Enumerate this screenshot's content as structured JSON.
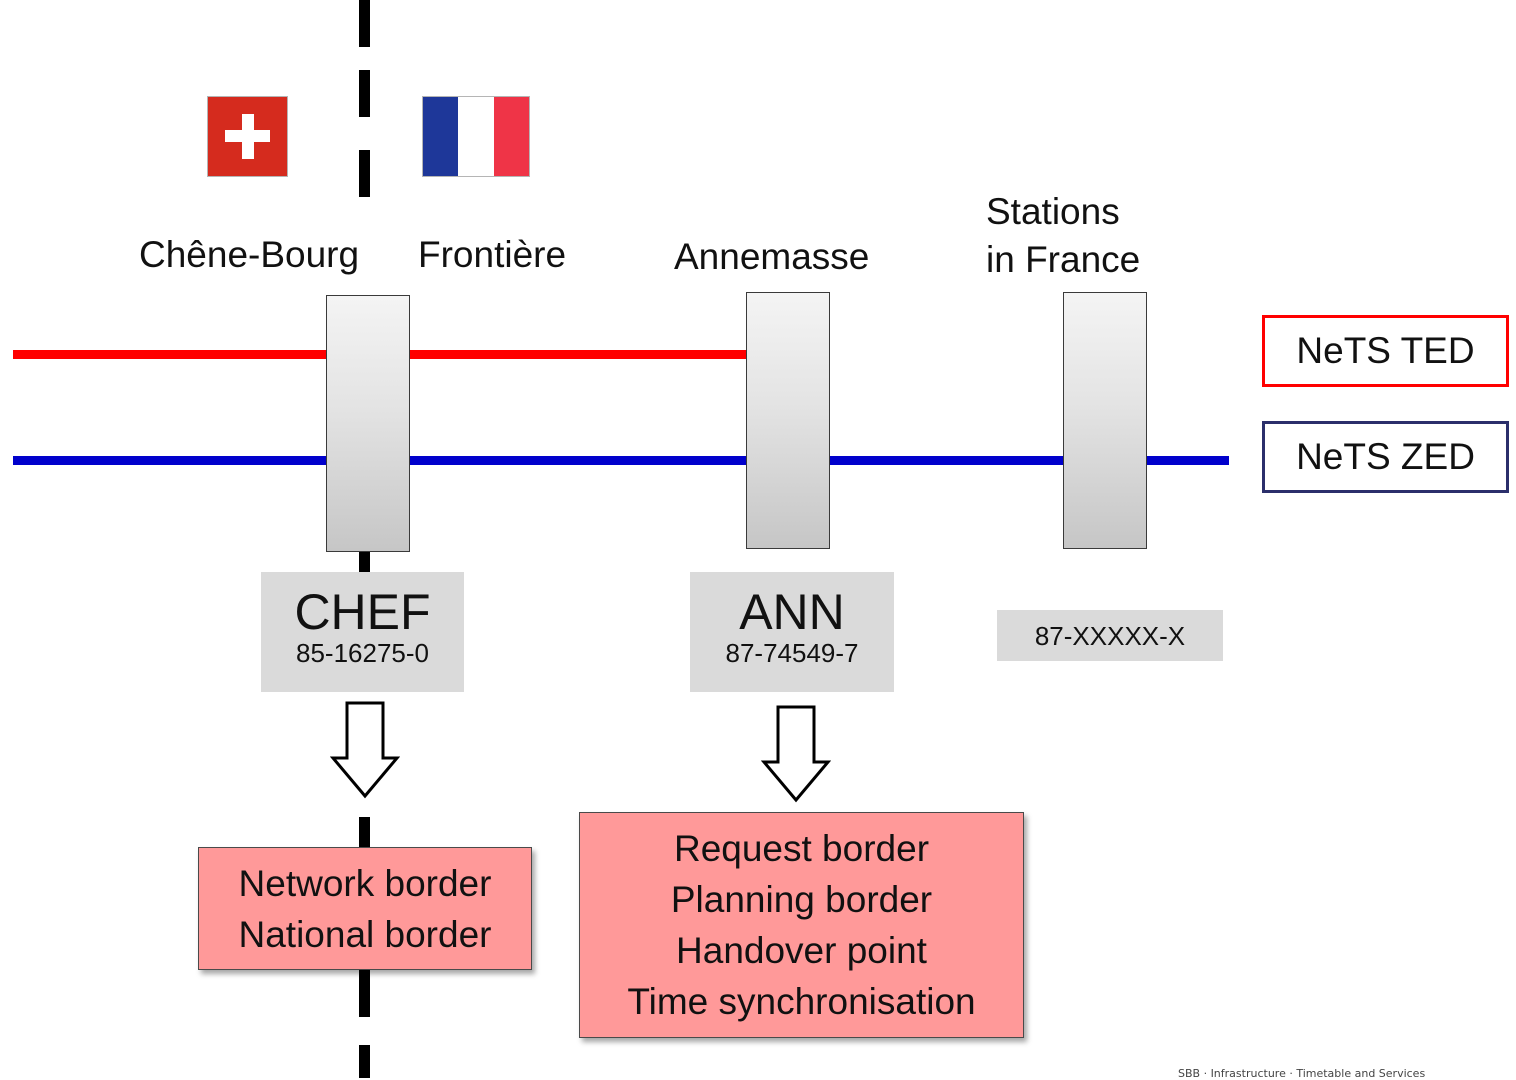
{
  "stations": {
    "chene_bourg": "Chêne-Bourg",
    "frontiere": "Frontière",
    "annemasse": "Annemasse",
    "france_line1": "Stations",
    "france_line2": "in France"
  },
  "legend": {
    "ted": "NeTS TED",
    "zed": "NeTS ZED"
  },
  "codes": {
    "chef_name": "CHEF",
    "chef_number": "85-16275-0",
    "ann_name": "ANN",
    "ann_number": "87-74549-7",
    "france_number": "87-XXXXX-X"
  },
  "boxes": {
    "network_border": "Network border",
    "national_border": "National border",
    "request_border": "Request border",
    "planning_border": "Planning border",
    "handover_point": "Handover point",
    "time_sync": "Time synchronisation"
  },
  "footer": "SBB · Infrastructure · Timetable and Services",
  "colors": {
    "ted_line": "#ff0000",
    "zed_line": "#0000cc",
    "info_box": "#ff9999",
    "code_box": "#dadada"
  }
}
